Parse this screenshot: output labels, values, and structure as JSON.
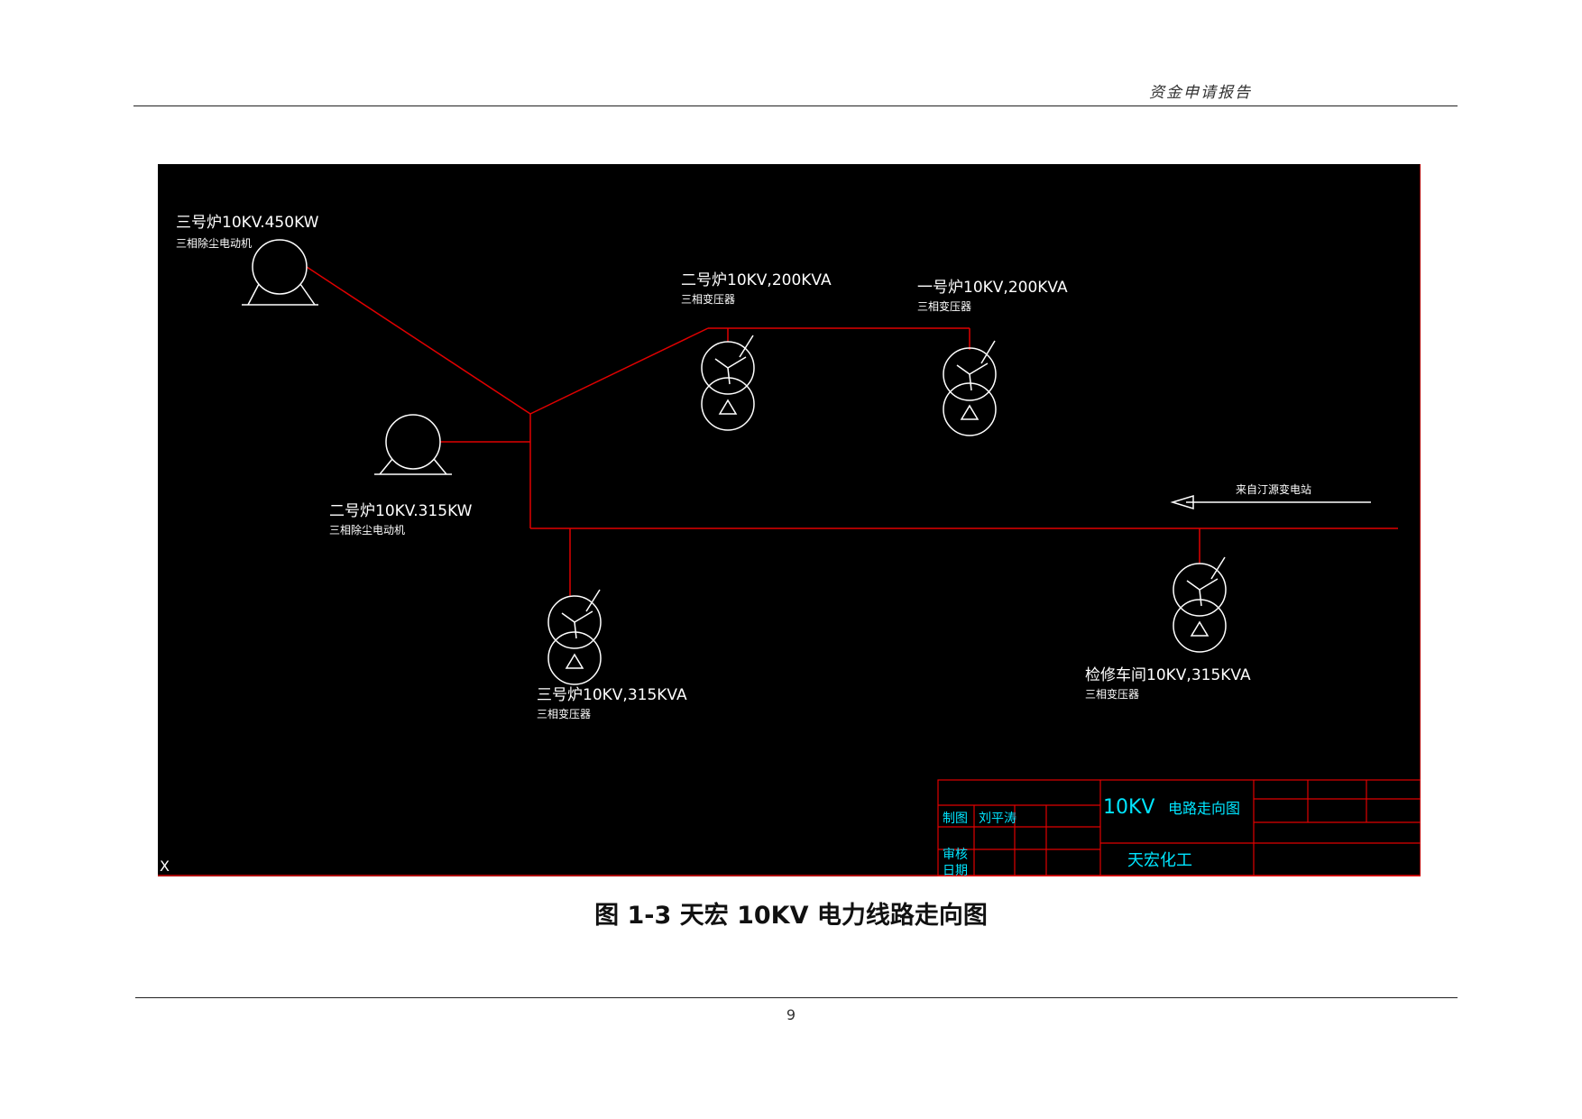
{
  "header": {
    "title": "资金申请报告"
  },
  "drawing": {
    "motor_1": {
      "name": "三号炉10KV.450KW",
      "type": "三相除尘电动机"
    },
    "motor_2": {
      "name": "二号炉10KV.315KW",
      "type": "三相除尘电动机"
    },
    "transformer_1": {
      "name": "二号炉10KV,200KVA",
      "type": "三相变压器"
    },
    "transformer_2": {
      "name": "一号炉10KV,200KVA",
      "type": "三相变压器"
    },
    "transformer_3": {
      "name": "三号炉10KV,315KVA",
      "type": "三相变压器"
    },
    "transformer_4": {
      "name": "检修车间10KV,315KVA",
      "type": "三相变压器"
    },
    "incoming_label": "来自汀源变电站",
    "title_block": {
      "drawing_title_prefix": "10KV",
      "drawing_title_suffix": "电路走向图",
      "drawn_by_label": "制图",
      "drawn_by_name": "刘平涛",
      "check_label": "审核",
      "date_label": "日期",
      "company": "天宏化工"
    },
    "ucs_mark": "X",
    "colors": {
      "line": "#e00000",
      "symbol": "#ffffff",
      "title_text": "#00e5ff",
      "background": "#000000"
    }
  },
  "caption": "图 1-3   天宏 10KV 电力线路走向图",
  "page_number": "9"
}
